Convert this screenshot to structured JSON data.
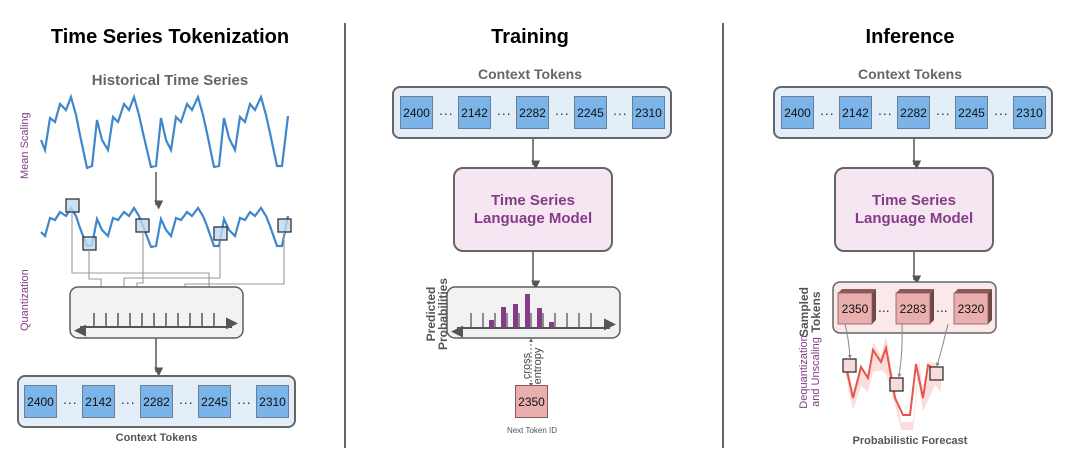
{
  "panels": {
    "tokenization": {
      "title": "Time Series Tokenization",
      "series_title": "Historical Time Series",
      "mean_scaling_label": "Mean Scaling",
      "quantization_label": "Quantization",
      "tokens": [
        "2400",
        "2142",
        "2282",
        "2245",
        "2310"
      ],
      "ellipsis": "...",
      "tokens_caption": "Context Tokens"
    },
    "training": {
      "title": "Training",
      "context_title": "Context Tokens",
      "tokens": [
        "2400",
        "2142",
        "2282",
        "2245",
        "2310"
      ],
      "ellipsis": "...",
      "model_label_line1": "Time Series",
      "model_label_line2": "Language Model",
      "predicted_label_line1": "Predicted",
      "predicted_label_line2": "Probabilities",
      "loss_label_line1": "cross",
      "loss_label_line2": "entropy",
      "next_token": "2350",
      "next_token_caption": "Next Token ID"
    },
    "inference": {
      "title": "Inference",
      "context_title": "Context Tokens",
      "tokens": [
        "2400",
        "2142",
        "2282",
        "2245",
        "2310"
      ],
      "ellipsis": "...",
      "model_label_line1": "Time Series",
      "model_label_line2": "Language Model",
      "sampled_label_line1": "Sampled",
      "sampled_label_line2": "Tokens",
      "sampled_tokens": [
        "2350",
        "2283",
        "2320"
      ],
      "dequant_label_line1": "Dequantization",
      "dequant_label_line2": "and Unscaling",
      "forecast_caption": "Probabilistic Forecast"
    }
  },
  "colors": {
    "series_blue": "#3f87cc",
    "token_blue": "#7ab4e8",
    "model_purple": "#853c88",
    "model_fill": "#f6e6f1",
    "forecast_red": "#e8554a",
    "sampled_fill": "#e9aeae"
  }
}
